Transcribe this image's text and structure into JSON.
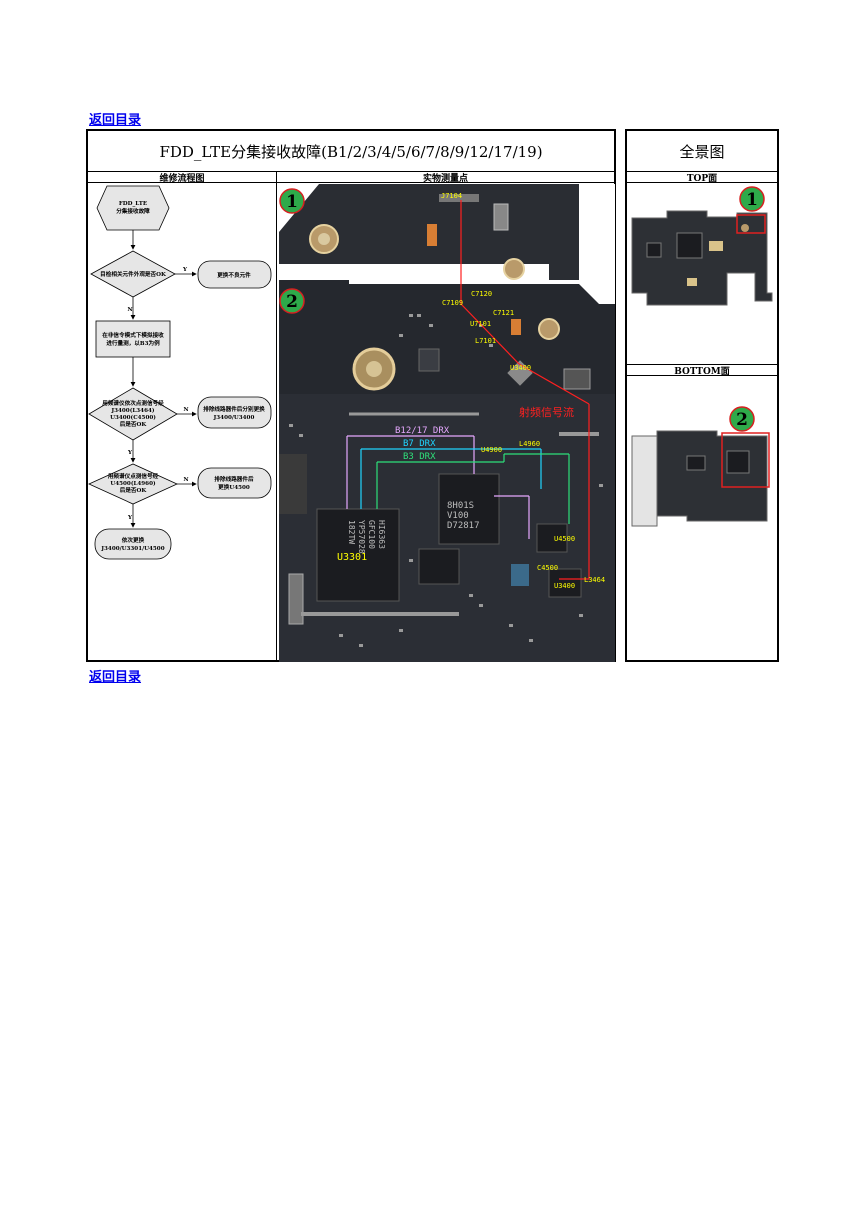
{
  "nav": {
    "back_top": "返回目录",
    "back_bottom": "返回目录"
  },
  "main": {
    "title": "FDD_LTE分集接收故障(B1/2/3/4/5/6/7/8/9/12/17/19)",
    "col_flow": "维修流程图",
    "col_photo": "实物测量点"
  },
  "side": {
    "title": "全景图",
    "top_label": "TOP面",
    "bottom_label": "BOTTOM面"
  },
  "flow": {
    "start": [
      "FDD_LTE",
      "分集接收故障"
    ],
    "d1": "目检相关元件外观是否OK",
    "a1": "更换不良元件",
    "p1": [
      "在非信令模式下模拟接收",
      "进行量测，以B3为例"
    ],
    "d2": [
      "用频谱仪依次点测信号经",
      "J3400(L3464)",
      "U3400(C4500)",
      "后是否OK"
    ],
    "a2": [
      "排除线路器件后分别更换",
      "J3400/U3400"
    ],
    "d3": [
      "用频谱仪点测信号经",
      "U4500(L4960)",
      "后是否OK"
    ],
    "a3": [
      "排除线路器件后",
      "更换U4500"
    ],
    "end": [
      "依次更换",
      "J3400/U3301/U4500"
    ],
    "yes": "Y",
    "no": "N"
  },
  "photo": {
    "markers": [
      "1",
      "2"
    ],
    "labels": {
      "j7104": "J7104",
      "c7120": "C7120",
      "c7109": "C7109",
      "c7121": "C7121",
      "u7101": "U7101",
      "l7101": "L7101",
      "u3400_top": "U3400",
      "signal": "射频信号流",
      "b12": "B12/17 DRX",
      "b7": "B7 DRX",
      "b3": "B3 DRX",
      "u4900": "U4900",
      "l4960": "L4960",
      "u4500": "U4500",
      "c4500": "C4500",
      "u3400": "U3400",
      "l3464": "L3464",
      "u3301": "U3301",
      "chip_a": [
        "HI6363",
        "GFC100",
        "YP57028",
        "182TW"
      ],
      "chip_b": [
        "8H01S",
        "V100",
        "D72817"
      ]
    }
  },
  "colors": {
    "link": "#0000ee",
    "marker_fill": "#2eaa4a",
    "marker_ring": "#d62020",
    "flow_fill": "#e6e6e6",
    "b12": "#e6a8ff",
    "b7": "#1fd4ff",
    "b3": "#2ee07a",
    "signal": "#ff2020"
  }
}
